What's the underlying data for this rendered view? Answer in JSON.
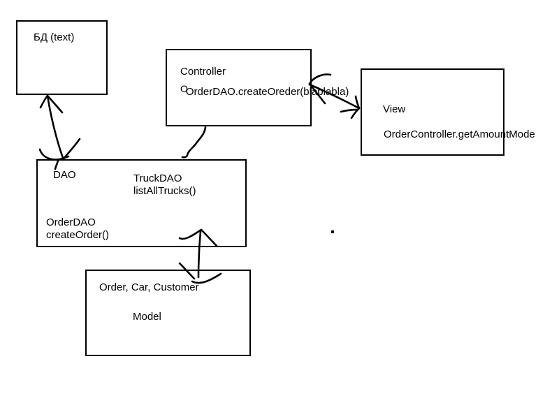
{
  "diagram": {
    "bd": {
      "label": "БД (text)"
    },
    "controller": {
      "title": "Controller",
      "stray_o": "O",
      "method": "OrderDAO.createOreder(blablabla)"
    },
    "view": {
      "title": "View",
      "method": "OrderController.getAmountMode"
    },
    "dao": {
      "title": "DAO",
      "truck_class": "TruckDAO",
      "truck_method": "listAllTrucks()",
      "order_class": "OrderDAO",
      "order_method": "createOrder()"
    },
    "model": {
      "classes": "Order, Car, Customer",
      "title": "Model"
    }
  },
  "connections": [
    {
      "from": "БД (text)",
      "to": "DAO",
      "type": "double-headed-arrow"
    },
    {
      "from": "Controller",
      "to": "DAO",
      "type": "plain-line"
    },
    {
      "from": "Controller",
      "to": "View",
      "type": "double-headed-arrow"
    },
    {
      "from": "DAO",
      "to": "Model",
      "type": "double-headed-arrow"
    }
  ],
  "colors": {
    "background": "#ffffff",
    "ink": "#000000"
  }
}
